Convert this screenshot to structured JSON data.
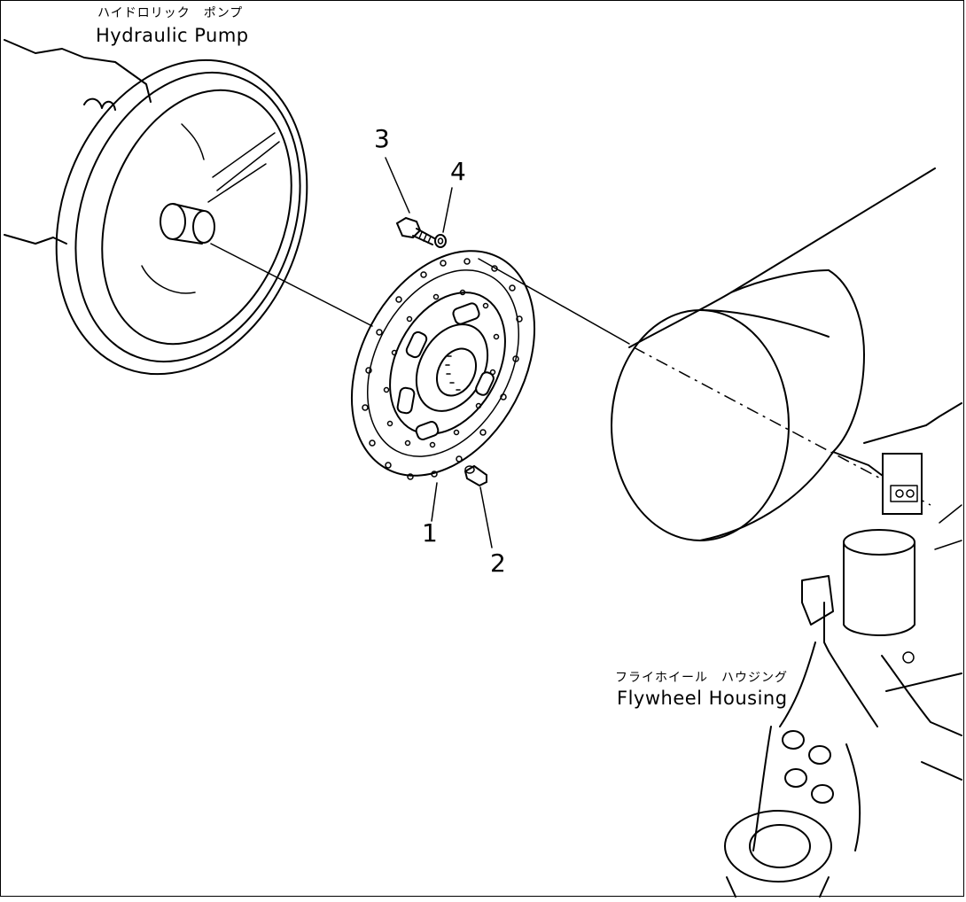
{
  "labels": {
    "hydraulic_pump_jp": "ハイドロリック　ポンプ",
    "hydraulic_pump_en": "Hydraulic  Pump",
    "flywheel_housing_jp": "フライホイール　ハウジング",
    "flywheel_housing_en": "Flywheel  Housing"
  },
  "callouts": {
    "c1": "1",
    "c2": "2",
    "c3": "3",
    "c4": "4"
  },
  "colors": {
    "line": "#000000",
    "background": "#ffffff"
  }
}
